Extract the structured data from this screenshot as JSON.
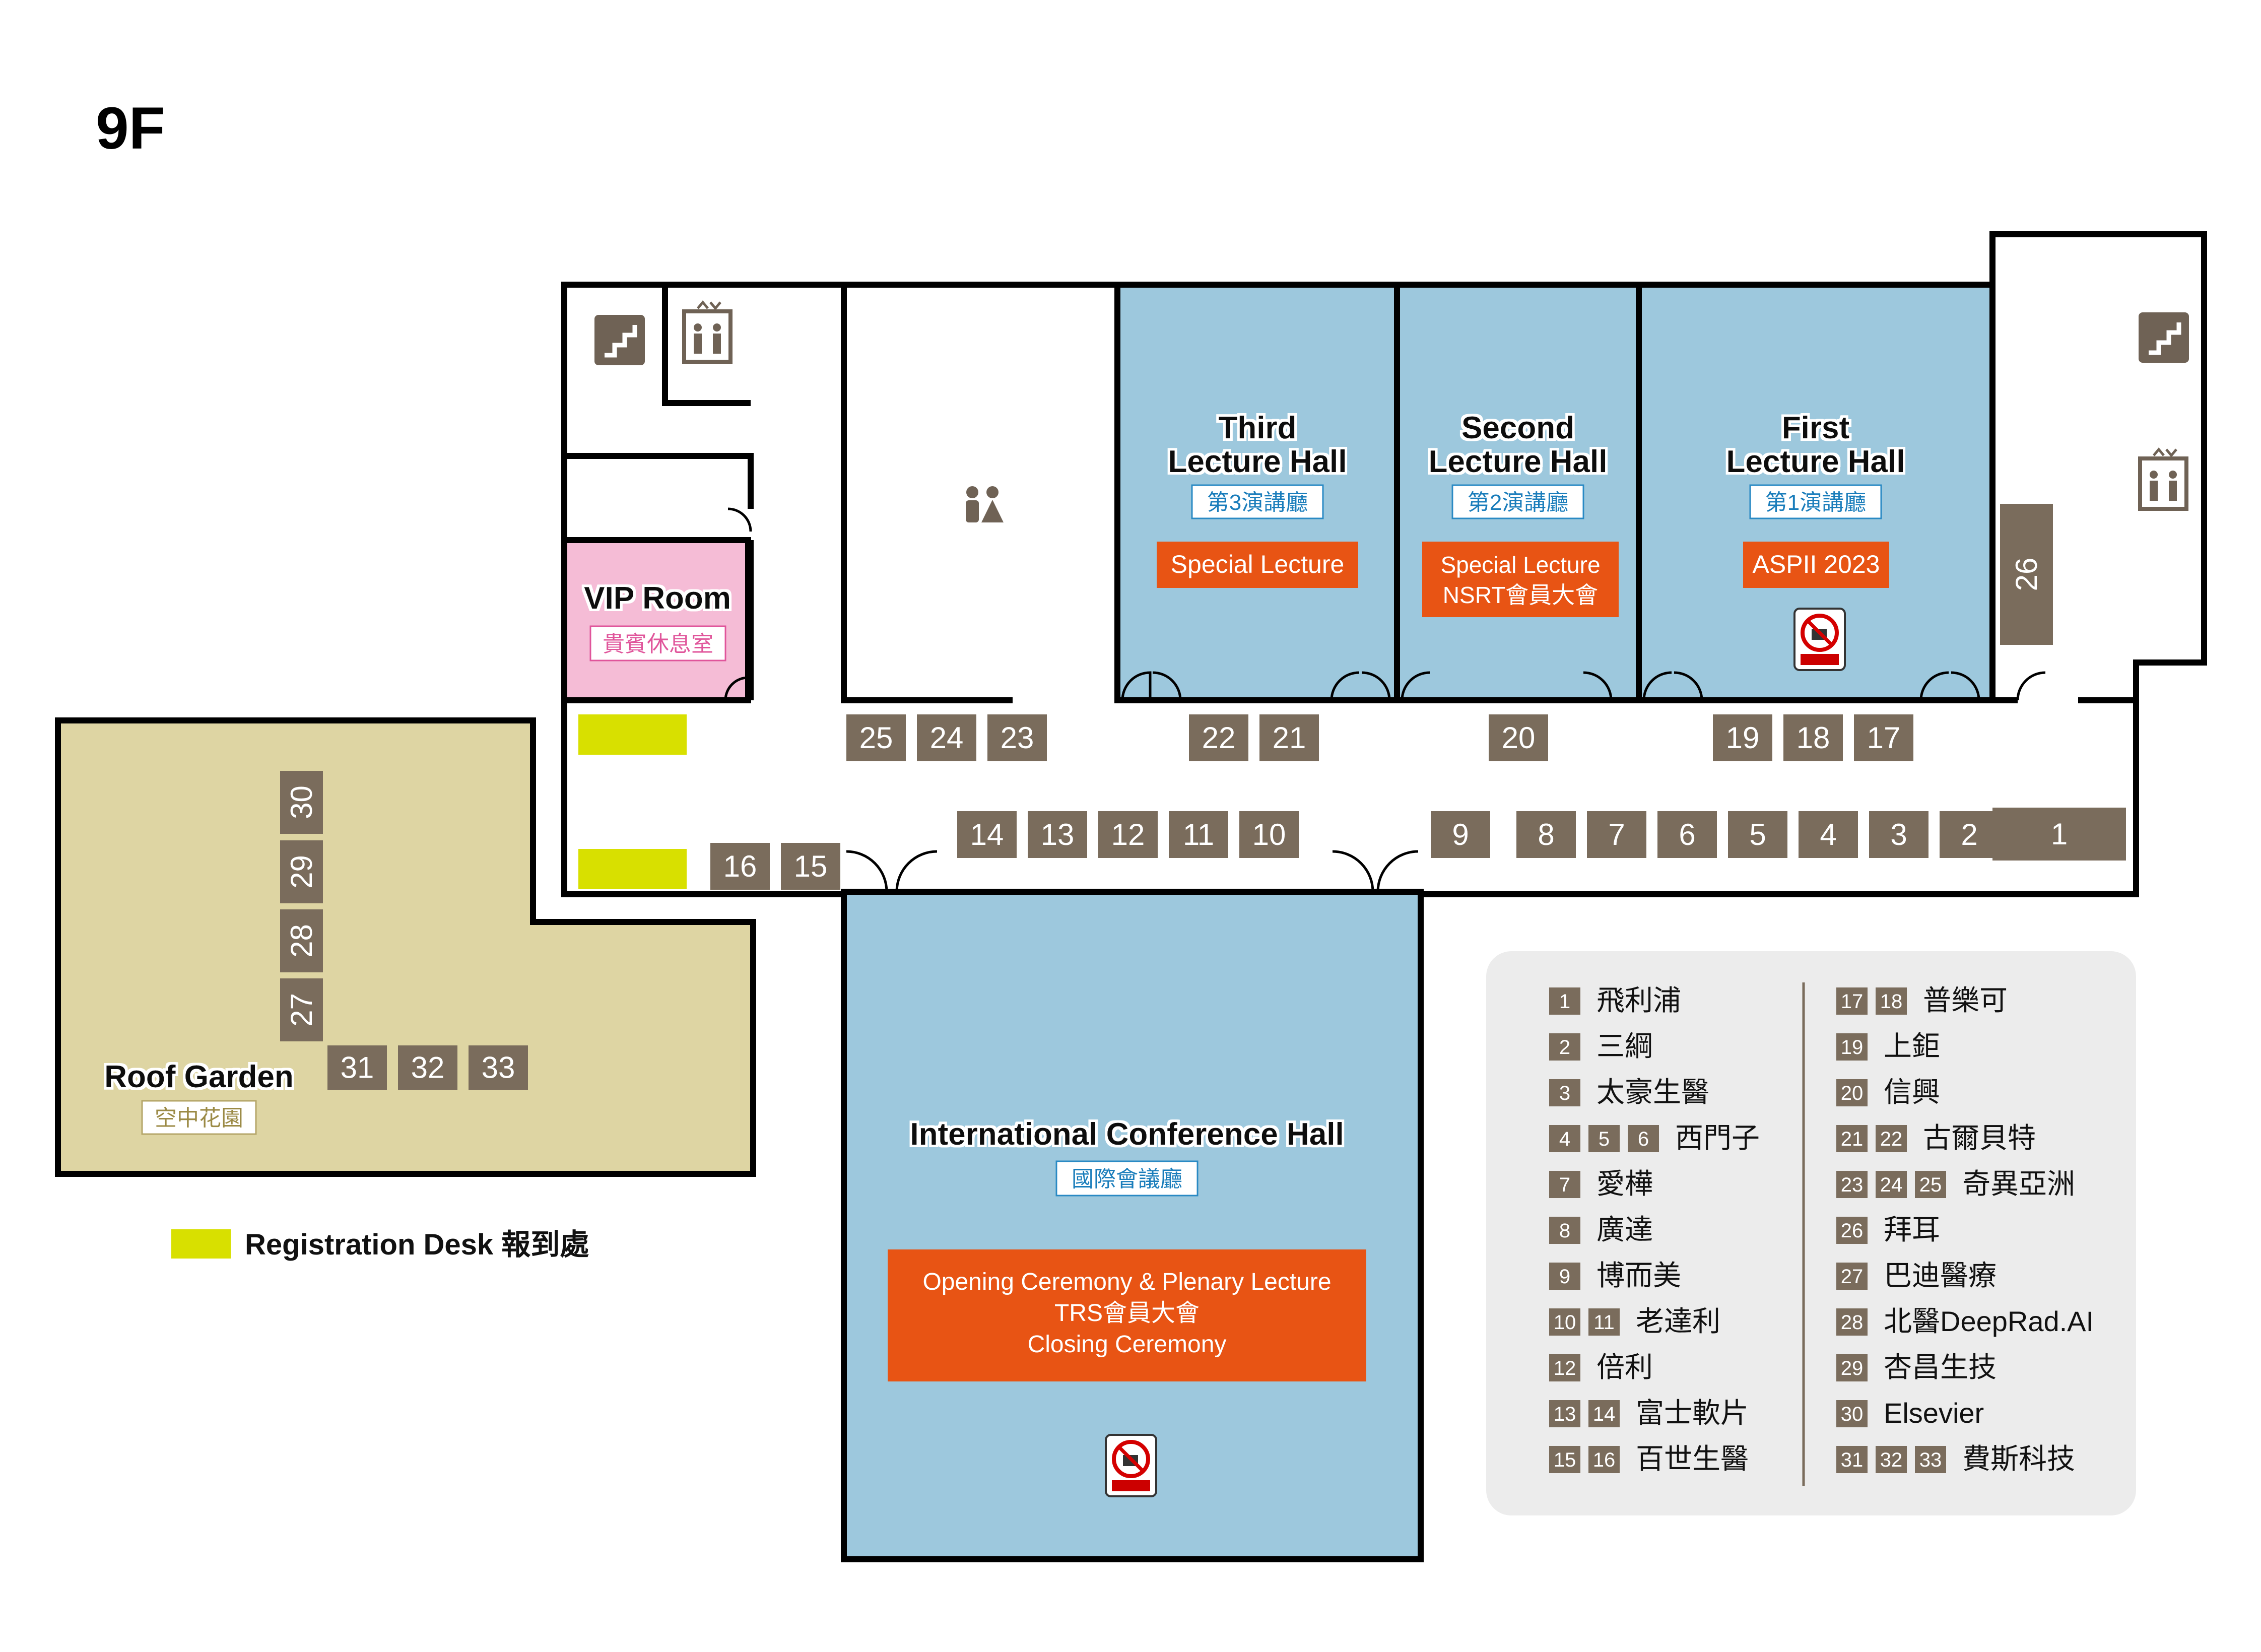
{
  "floor_label": "9F",
  "colors": {
    "wall": "#000000",
    "hall": "#9dc8dd",
    "vip": "#f5bcd6",
    "garden": "#ded5a3",
    "booth": "#7a6c5c",
    "orange": "#e85414",
    "reg_desk": "#d8e000",
    "legend_bg": "#ececec",
    "icon": "#6f6255"
  },
  "rooms": {
    "third_hall": {
      "line1": "Third",
      "line2": "Lecture Hall",
      "zh": "第3演講廳",
      "event": "Special Lecture"
    },
    "second_hall": {
      "line1": "Second",
      "line2": "Lecture Hall",
      "zh": "第2演講廳",
      "event1": "Special Lecture",
      "event2": "NSRT會員大會"
    },
    "first_hall": {
      "line1": "First",
      "line2": "Lecture Hall",
      "zh": "第1演講廳",
      "event": "ASPII 2023"
    },
    "vip": {
      "name": "VIP Room",
      "zh": "貴賓休息室"
    },
    "garden": {
      "name": "Roof Garden",
      "zh": "空中花園"
    },
    "intl": {
      "name": "International Conference Hall",
      "zh": "國際會議廳",
      "event1": "Opening Ceremony & Plenary Lecture",
      "event2": "TRS會員大會",
      "event3": "Closing Ceremony"
    }
  },
  "registration_label": "Registration Desk 報到處",
  "booths": [
    "1",
    "2",
    "3",
    "4",
    "5",
    "6",
    "7",
    "8",
    "9",
    "10",
    "11",
    "12",
    "13",
    "14",
    "15",
    "16",
    "17",
    "18",
    "19",
    "20",
    "21",
    "22",
    "23",
    "24",
    "25",
    "26",
    "27",
    "28",
    "29",
    "30",
    "31",
    "32",
    "33"
  ],
  "legend": {
    "left": [
      {
        "nums": [
          "1"
        ],
        "name": "飛利浦"
      },
      {
        "nums": [
          "2"
        ],
        "name": "三綱"
      },
      {
        "nums": [
          "3"
        ],
        "name": "太豪生醫"
      },
      {
        "nums": [
          "4",
          "5",
          "6"
        ],
        "name": "西門子"
      },
      {
        "nums": [
          "7"
        ],
        "name": "愛樺"
      },
      {
        "nums": [
          "8"
        ],
        "name": "廣達"
      },
      {
        "nums": [
          "9"
        ],
        "name": "博而美"
      },
      {
        "nums": [
          "10",
          "11"
        ],
        "name": "老達利"
      },
      {
        "nums": [
          "12"
        ],
        "name": "倍利"
      },
      {
        "nums": [
          "13",
          "14"
        ],
        "name": "富士軟片"
      },
      {
        "nums": [
          "15",
          "16"
        ],
        "name": "百世生醫"
      }
    ],
    "right": [
      {
        "nums": [
          "17",
          "18"
        ],
        "name": "普樂可"
      },
      {
        "nums": [
          "19"
        ],
        "name": "上鉅"
      },
      {
        "nums": [
          "20"
        ],
        "name": "信興"
      },
      {
        "nums": [
          "21",
          "22"
        ],
        "name": "古爾貝特"
      },
      {
        "nums": [
          "23",
          "24",
          "25"
        ],
        "name": "奇異亞洲"
      },
      {
        "nums": [
          "26"
        ],
        "name": "拜耳"
      },
      {
        "nums": [
          "27"
        ],
        "name": "巴迪醫療"
      },
      {
        "nums": [
          "28"
        ],
        "name": "北醫DeepRad.AI"
      },
      {
        "nums": [
          "29"
        ],
        "name": "杏昌生技"
      },
      {
        "nums": [
          "30"
        ],
        "name": "Elsevier"
      },
      {
        "nums": [
          "31",
          "32",
          "33"
        ],
        "name": "費斯科技"
      }
    ]
  },
  "icons": [
    "stairs-icon",
    "elevator-icon",
    "restroom-icon",
    "no-food-icon"
  ]
}
